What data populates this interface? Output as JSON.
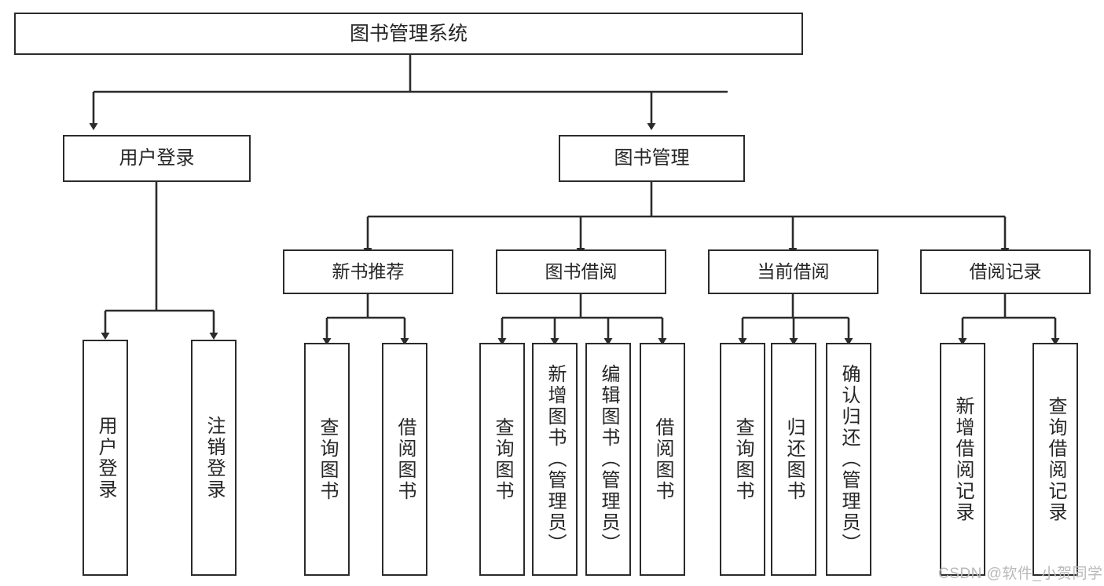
{
  "diagram": {
    "title": "图书管理系统",
    "type": "hierarchy-tree",
    "colors": {
      "box_border": "#2b2b2b",
      "box_fill": "#ffffff",
      "connector": "#2b2b2b",
      "text": "#262626",
      "watermark": "#b9b9b9",
      "background": "#ffffff"
    },
    "nodes": {
      "root": {
        "label": "图书管理系统"
      },
      "level2": [
        {
          "label": "用户登录"
        },
        {
          "label": "图书管理"
        }
      ],
      "level3": [
        {
          "label": "新书推荐"
        },
        {
          "label": "图书借阅"
        },
        {
          "label": "当前借阅"
        },
        {
          "label": "借阅记录"
        }
      ],
      "leaves": [
        {
          "label": "用户登录",
          "parent": "用户登录"
        },
        {
          "label": "注销登录",
          "parent": "用户登录"
        },
        {
          "label": "查询图书",
          "parent": "新书推荐"
        },
        {
          "label": "借阅图书",
          "parent": "新书推荐"
        },
        {
          "label": "查询图书",
          "parent": "图书借阅"
        },
        {
          "label": "新增图书（管理员）",
          "parent": "图书借阅"
        },
        {
          "label": "编辑图书（管理员）",
          "parent": "图书借阅"
        },
        {
          "label": "借阅图书",
          "parent": "图书借阅"
        },
        {
          "label": "查询图书",
          "parent": "当前借阅"
        },
        {
          "label": "归还图书",
          "parent": "当前借阅"
        },
        {
          "label": "确认归还（管理员）",
          "parent": "当前借阅"
        },
        {
          "label": "新增借阅记录",
          "parent": "借阅记录"
        },
        {
          "label": "查询借阅记录",
          "parent": "借阅记录"
        }
      ]
    },
    "watermark": "CSDN @软件_小贺同学"
  }
}
